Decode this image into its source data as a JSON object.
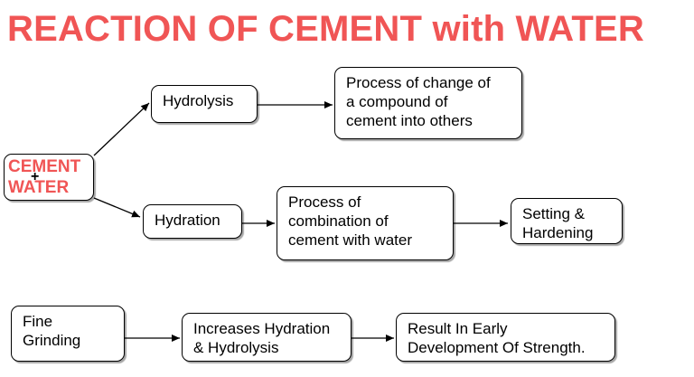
{
  "title": "REACTION OF CEMENT with WATER",
  "colors": {
    "accent": "#f05555",
    "line": "#000000"
  },
  "source": {
    "line1": "CEMENT",
    "plus": "+",
    "line2": "WATER"
  },
  "hydrolysis": {
    "label": "Hydrolysis",
    "description": [
      "Process of change of",
      "a compound of",
      "cement into others"
    ]
  },
  "hydration": {
    "label": "Hydration",
    "description": [
      "Process of",
      "combination of",
      "cement with water"
    ],
    "result": [
      "Setting &",
      "Hardening"
    ]
  },
  "grinding": {
    "cause": [
      "Fine",
      "Grinding"
    ],
    "effect": [
      "Increases Hydration",
      "& Hydrolysis"
    ],
    "result": [
      "Result In Early",
      "Development Of Strength."
    ]
  }
}
